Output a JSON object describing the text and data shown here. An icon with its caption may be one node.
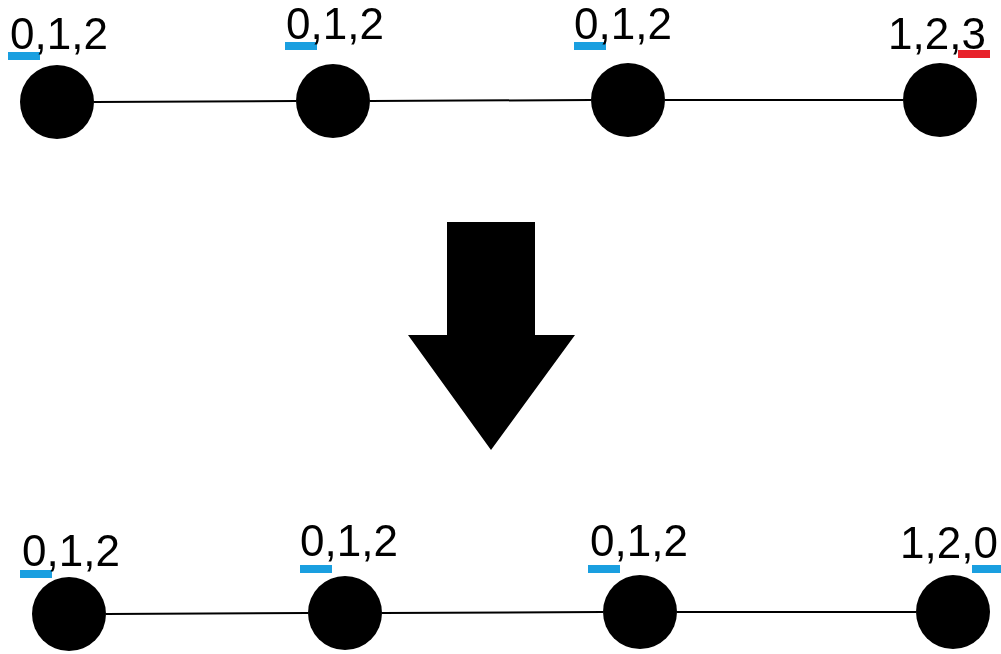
{
  "diagram": {
    "nodes": [
      {
        "text": [
          "0,1,2"
        ]
      },
      {
        "text": [
          "0,1,2"
        ]
      },
      {
        "text": [
          "0,1,2"
        ]
      },
      {
        "text": [
          "1,2,3"
        ]
      },
      {
        "text": [
          "0,1,2"
        ]
      },
      {
        "text": [
          "0,1,2"
        ]
      },
      {
        "text": [
          "0,1,2"
        ]
      },
      {
        "text": [
          "1,2,0"
        ]
      }
    ],
    "edges": [
      {
        "from": 0,
        "to": 1,
        "arrow": "none"
      },
      {
        "from": 1,
        "to": 2,
        "arrow": "none"
      },
      {
        "from": 2,
        "to": 3,
        "arrow": "none"
      },
      {
        "from": 4,
        "to": 5,
        "arrow": "none"
      },
      {
        "from": 5,
        "to": 6,
        "arrow": "none"
      },
      {
        "from": 6,
        "to": 7,
        "arrow": "none"
      }
    ]
  }
}
